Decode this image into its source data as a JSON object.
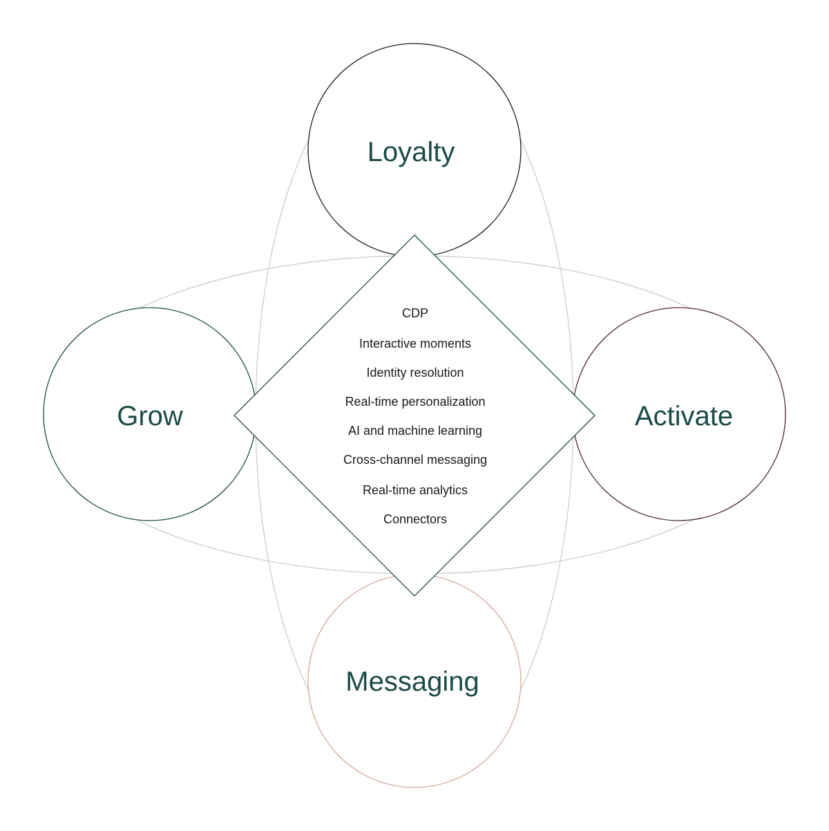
{
  "nodes": {
    "top": {
      "label": "Loyalty"
    },
    "left": {
      "label": "Grow"
    },
    "right": {
      "label": "Activate"
    },
    "bottom": {
      "label": "Messaging"
    }
  },
  "center": {
    "items": [
      "CDP",
      "Interactive moments",
      "Identity resolution",
      "Real-time personalization",
      "AI and machine learning",
      "Cross-channel messaging",
      "Real-time analytics",
      "Connectors"
    ]
  },
  "colors": {
    "label_text": "#1c4a47",
    "top_circle_stroke": "#1a1a1a",
    "left_circle_stroke": "#1c4a47",
    "right_circle_stroke": "#4a2a26",
    "bottom_circle_stroke": "#d4a89c",
    "diamond_stroke": "#1c4a47",
    "ellipse_stroke": "#cccccc",
    "center_text": "#1a1a1a"
  }
}
